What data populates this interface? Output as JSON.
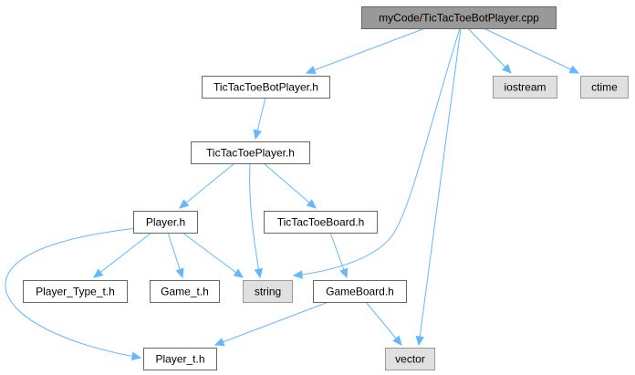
{
  "colors": {
    "root_fill": "#999999",
    "root_stroke": "#666666",
    "doc_fill": "#ffffff",
    "doc_stroke": "#666666",
    "sys_fill": "#e0e0e0",
    "sys_stroke": "#999999",
    "edge": "#63b8ff"
  },
  "nodes": [
    {
      "id": "cpp",
      "label": "myCode/TicTacToeBotPlayer.cpp",
      "kind": "root"
    },
    {
      "id": "botplayer",
      "label": "TicTacToeBotPlayer.h",
      "kind": "doc"
    },
    {
      "id": "iostream",
      "label": "iostream",
      "kind": "sys"
    },
    {
      "id": "ctime",
      "label": "ctime",
      "kind": "sys"
    },
    {
      "id": "tttplayer",
      "label": "TicTacToePlayer.h",
      "kind": "doc"
    },
    {
      "id": "player",
      "label": "Player.h",
      "kind": "doc"
    },
    {
      "id": "tttboard",
      "label": "TicTacToeBoard.h",
      "kind": "doc"
    },
    {
      "id": "ptype",
      "label": "Player_Type_t.h",
      "kind": "doc"
    },
    {
      "id": "game",
      "label": "Game_t.h",
      "kind": "doc"
    },
    {
      "id": "string",
      "label": "string",
      "kind": "sys"
    },
    {
      "id": "gameboard",
      "label": "GameBoard.h",
      "kind": "doc"
    },
    {
      "id": "playert",
      "label": "Player_t.h",
      "kind": "doc"
    },
    {
      "id": "vector",
      "label": "vector",
      "kind": "sys"
    }
  ],
  "edges": [
    {
      "from": "cpp",
      "to": "botplayer"
    },
    {
      "from": "cpp",
      "to": "iostream"
    },
    {
      "from": "cpp",
      "to": "ctime"
    },
    {
      "from": "cpp",
      "to": "string"
    },
    {
      "from": "cpp",
      "to": "vector"
    },
    {
      "from": "botplayer",
      "to": "tttplayer"
    },
    {
      "from": "tttplayer",
      "to": "player"
    },
    {
      "from": "tttplayer",
      "to": "tttboard"
    },
    {
      "from": "tttplayer",
      "to": "string"
    },
    {
      "from": "player",
      "to": "ptype"
    },
    {
      "from": "player",
      "to": "game"
    },
    {
      "from": "player",
      "to": "string"
    },
    {
      "from": "player",
      "to": "playert"
    },
    {
      "from": "tttboard",
      "to": "gameboard"
    },
    {
      "from": "gameboard",
      "to": "playert"
    },
    {
      "from": "gameboard",
      "to": "vector"
    }
  ]
}
